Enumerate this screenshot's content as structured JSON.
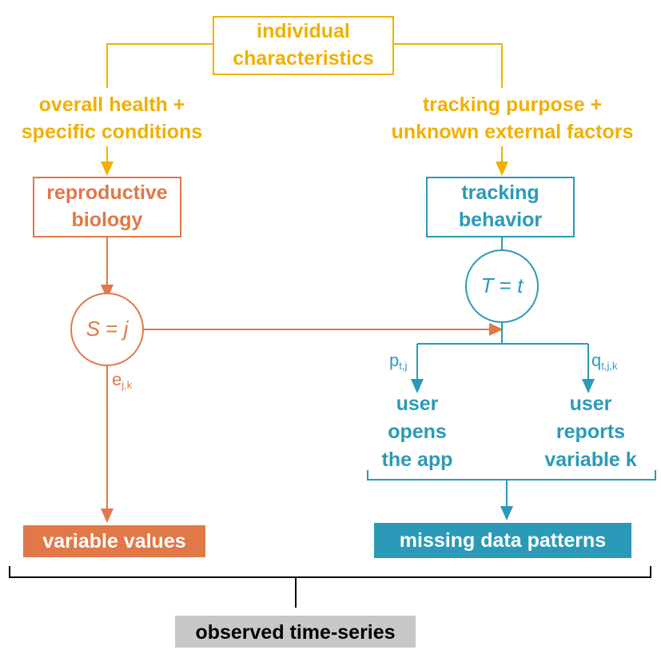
{
  "colors": {
    "yellow": "#F0B000",
    "orange": "#E07848",
    "teal": "#2A9AB8",
    "gray": "#C8C8C8",
    "black": "#000000"
  },
  "nodes": {
    "individual": {
      "line1": "individual",
      "line2": "characteristics"
    },
    "health": {
      "line1": "overall health +",
      "line2": "specific conditions"
    },
    "purpose": {
      "line1": "tracking purpose +",
      "line2": "unknown external factors"
    },
    "biology": {
      "line1": "reproductive",
      "line2": "biology"
    },
    "behavior": {
      "line1": "tracking",
      "line2": "behavior"
    },
    "state_s": {
      "symbol": "S",
      "eq": "=",
      "val": "j"
    },
    "state_t": {
      "symbol": "T",
      "eq": "=",
      "val": "t"
    },
    "opens": {
      "line1": "user",
      "line2": "opens",
      "line3": "the app"
    },
    "reports": {
      "line1": "user",
      "line2": "reports",
      "line3": "variable k"
    },
    "values": {
      "label": "variable values"
    },
    "missing": {
      "label": "missing data patterns"
    },
    "observed": {
      "label": "observed time-series"
    }
  },
  "edge_labels": {
    "e": {
      "base": "e",
      "sub": "j,k"
    },
    "p": {
      "base": "p",
      "sub": "t,j"
    },
    "q": {
      "base": "q",
      "sub": "t,j,k"
    }
  }
}
